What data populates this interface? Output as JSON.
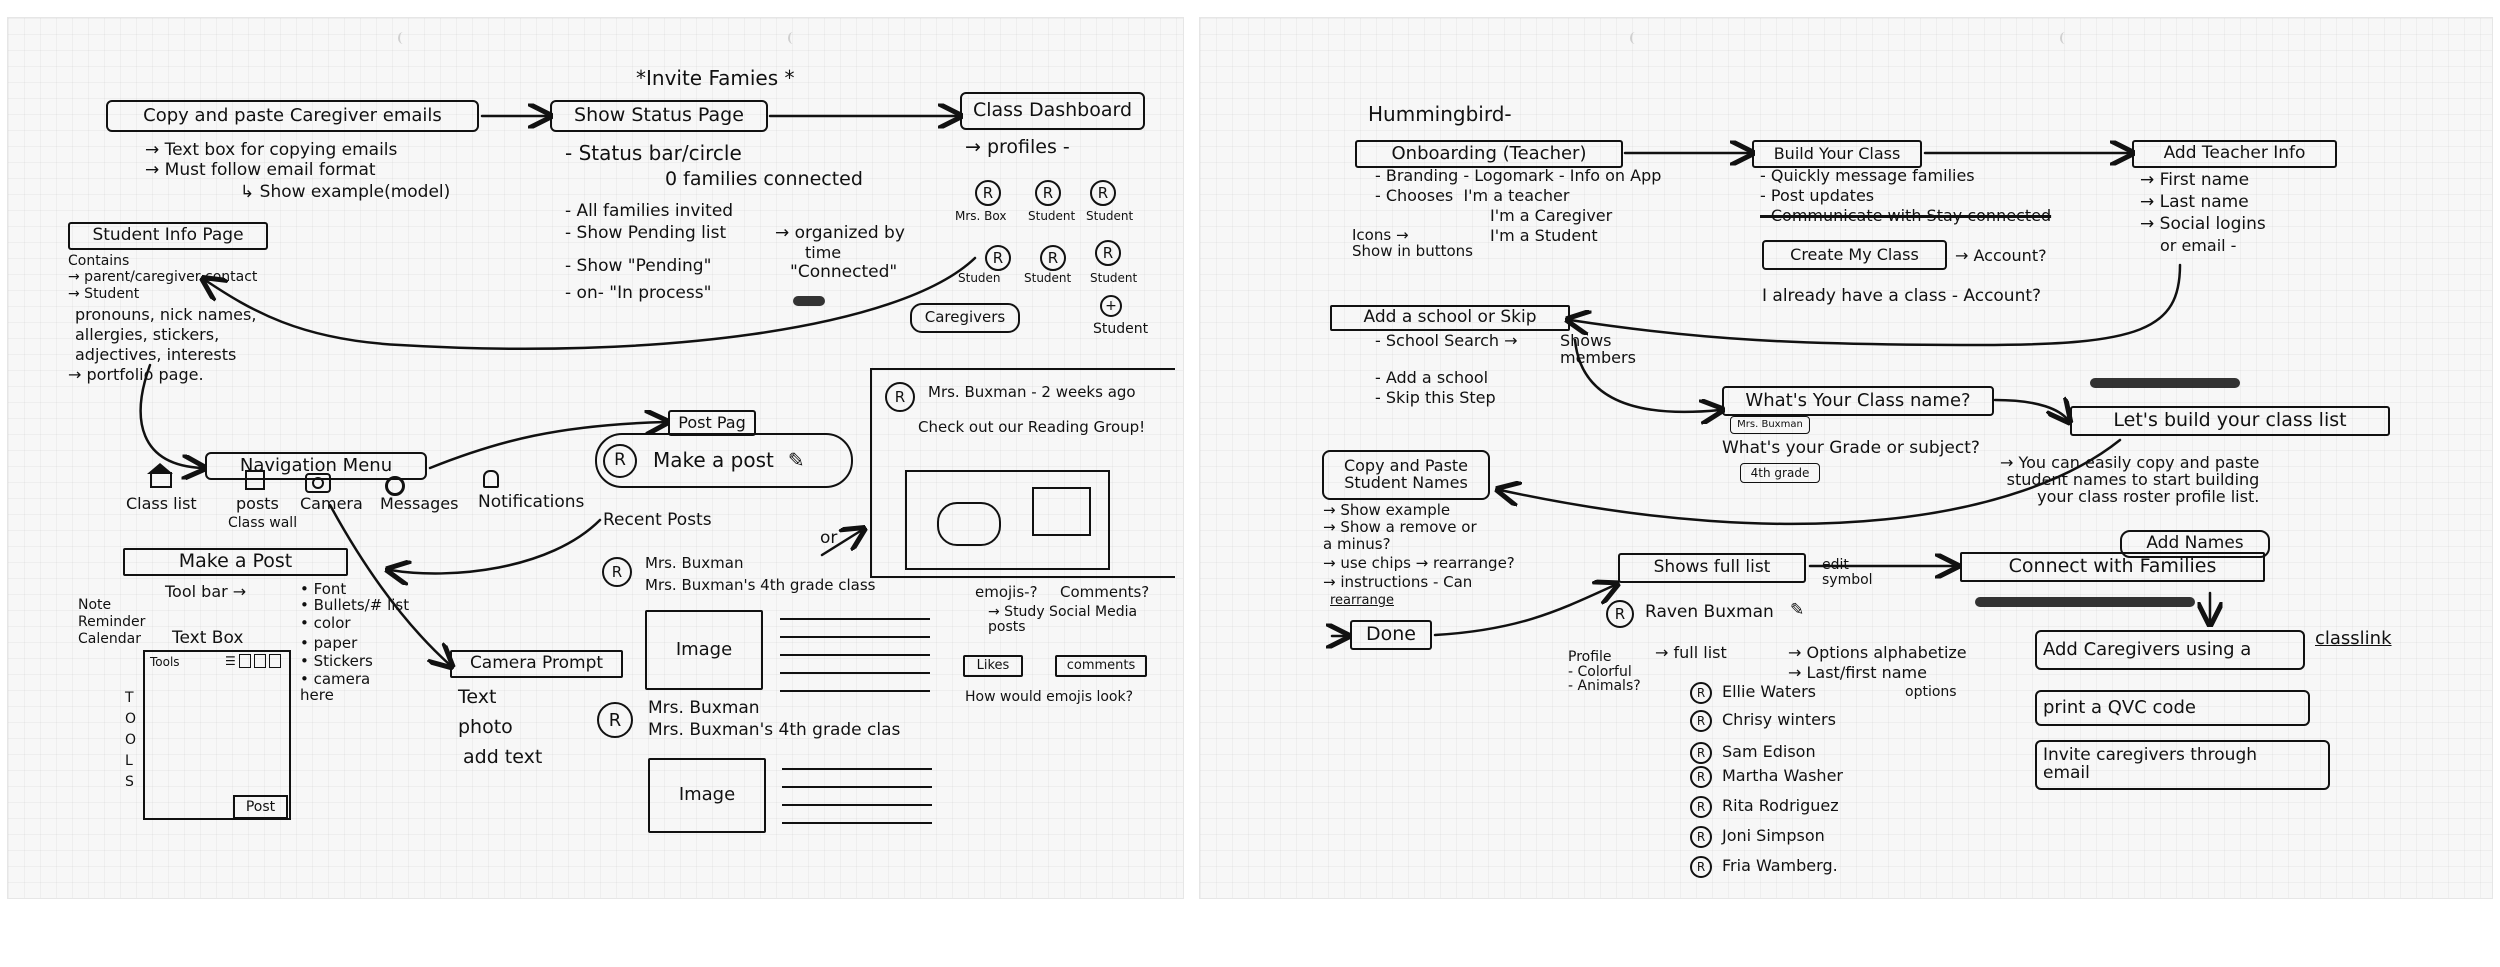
{
  "left": {
    "invite_families": "*Invite Famies *",
    "copy_paste_emails": "Copy and paste Caregiver emails",
    "show_status_page": "Show Status Page",
    "class_dashboard": "Class Dashboard",
    "email_notes": [
      "→ Text box for copying emails",
      "→ Must follow email format",
      "↳ Show example(model)"
    ],
    "status_notes": [
      "- Status bar/circle",
      "0 families connected",
      "- All families invited",
      "- Show Pending list",
      "- Show \"Pending\"",
      "- on- \"In process\""
    ],
    "organized_by": "→ organized by",
    "organized_time": "time",
    "connected": "\"Connected\"",
    "profiles": "→ profiles -",
    "profile_labels": [
      "Mrs. Box",
      "Student",
      "Student",
      "Studen",
      "Student",
      "Student"
    ],
    "caregivers": "Caregivers",
    "plus_student": "Student",
    "student_info_page": "Student Info Page",
    "student_info_lines": [
      "Contains",
      "→ parent/caregiver contact",
      "→ Student",
      "pronouns, nick names,",
      "allergies, stickers,",
      "adjectives, interests",
      "→ portfolio page."
    ],
    "navigation_menu": "Navigation Menu",
    "nav_items": [
      "Class list",
      "posts",
      "Camera",
      "Messages",
      "Notifications"
    ],
    "class_wall": "Class wall",
    "post_page": "Post Pag",
    "make_a_post_button": "Make a post",
    "recent_posts": "Recent Posts",
    "or": "or",
    "post_author_1": "Mrs. Buxman",
    "post_class_1": "Mrs. Buxman's 4th grade class",
    "post_author_2": "Mrs. Buxman",
    "post_class_2": "Mrs. Buxman's 4th grade clas",
    "image_label": "Image",
    "card_author": "Mrs. Buxman - 2 weeks ago",
    "card_text": "Check out our Reading Group!",
    "emojis": "emojis-?",
    "comments_q": "Comments?",
    "study_posts": "→ Study Social Media posts",
    "likes": "Likes",
    "comments": "comments",
    "how_emojis": "How would emojis look?",
    "make_a_post_title": "Make a Post",
    "tool_bar": "Tool bar →",
    "tool_items": [
      "• Font",
      "• Bullets/# list",
      "• color",
      "• paper",
      "• Stickers",
      "• camera here"
    ],
    "note_items": [
      "Note",
      "Reminder",
      "Calendar"
    ],
    "text_box": "Text Box",
    "tools_top": "Tools",
    "tools_side": "TOOLS",
    "post_btn": "Post",
    "camera_prompt": "Camera Prompt",
    "camera_items": [
      "Text",
      "photo",
      "add text"
    ]
  },
  "right": {
    "hummingbird": "Hummingbird-",
    "onboarding": "Onboarding (Teacher)",
    "onboard_lines": [
      "- Branding - Logomark - Info on App",
      "- Chooses  I'm a teacher",
      "I'm a Caregiver",
      "I'm a Student"
    ],
    "icons_note": "Icons →\nShow in buttons",
    "build_your_class": "Build Your Class",
    "build_lines": [
      "- Quickly message families",
      "- Post updates",
      "- Communicate with Stay connected"
    ],
    "create_my_class": "Create My Class",
    "account_q": "→ Account?",
    "already_have": "I already have a class - Account?",
    "add_teacher_info": "Add Teacher Info",
    "teacher_lines": [
      "→ First name",
      "→ Last name",
      "→ Social logins",
      "or email -"
    ],
    "add_school": "Add a school or Skip",
    "school_lines": [
      "- School Search →",
      "- Add a school",
      "- Skip this Step"
    ],
    "shows_members": "Shows\nmembers",
    "whats_class_name": "What's Your Class name?",
    "mrs_buxman_tag": "Mrs. Buxman",
    "whats_grade": "What's your Grade or subject?",
    "fourth_grade": "4th grade",
    "lets_build": "Let's build your class list",
    "you_can": "→ You can easily copy and paste\nstudent names to start building\nyour class roster profile list.",
    "copy_paste_names": "Copy and Paste\nStudent Names",
    "names_lines": [
      "→ Show example",
      "→ Show a remove or",
      "a minus?",
      "→ use chips → rearrange?",
      "→ instructions - Can",
      "rearrange"
    ],
    "done": "Done",
    "shows_full_list": "Shows full list",
    "edit_symbol": "edit\nsymbol",
    "raven": "Raven Buxman",
    "profile_note": "Profile\n- Colorful\n- Animals?",
    "full_list": "→ full list",
    "options_alpha": "→ Options alphabetize",
    "last_first": "→ Last/first name",
    "options": "options",
    "students": [
      "Ellie Waters",
      "Chrisy winters",
      "Sam Edison",
      "Martha Washer",
      "Rita Rodriguez",
      "Joni Simpson",
      "Fria Wamberg."
    ],
    "add_names": "Add Names",
    "connect_families": "Connect with Families",
    "add_caregivers": "Add Caregivers using a",
    "classlink": "classlink",
    "print_qvc": "print a QVC code",
    "invite_caregivers": "Invite caregivers through\nemail"
  }
}
